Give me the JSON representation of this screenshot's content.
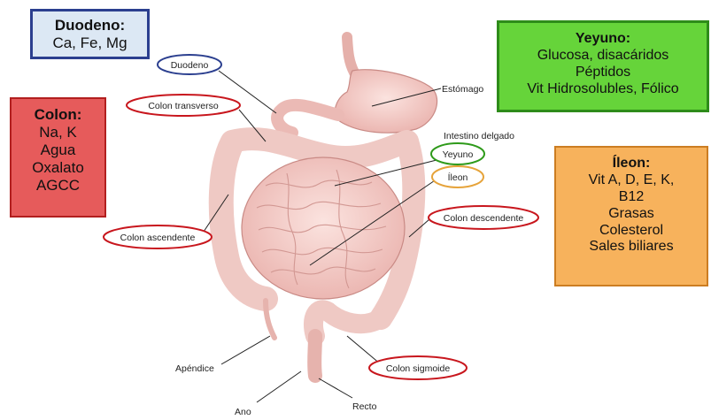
{
  "boxes": {
    "duodeno": {
      "title": "Duodeno:",
      "lines": [
        "Ca, Fe, Mg"
      ]
    },
    "colon": {
      "title": "Colon:",
      "lines": [
        "Na, K",
        "Agua",
        "Oxalato",
        "AGCC"
      ]
    },
    "yeyuno": {
      "title": "Yeyuno:",
      "lines": [
        "Glucosa, disacáridos",
        "Péptidos",
        "Vit Hidrosolubles, Fólico"
      ]
    },
    "ileon": {
      "title": "Íleon:",
      "lines": [
        "Vit A, D, E, K,",
        "B12",
        "Grasas",
        "Colesterol",
        "Sales biliares"
      ]
    }
  },
  "labels": {
    "duodeno": "Duodeno",
    "colon_transverso": "Colon transverso",
    "estomago": "Estómago",
    "intestino_delgado": "Intestino delgado",
    "yeyuno": "Yeyuno",
    "ileon": "Íleon",
    "colon_descendente": "Colon descendente",
    "colon_ascendente": "Colon ascendente",
    "colon_sigmoide": "Colon sigmoide",
    "apendice": "Apéndice",
    "recto": "Recto",
    "ano": "Ano"
  },
  "colors": {
    "oval_red": "#c8161d",
    "oval_blue": "#2b3f8f",
    "oval_green": "#2e9a1a",
    "oval_orange": "#e6a33a",
    "tissue": "#f3c4c0",
    "tissue_dark": "#d98f8b"
  }
}
